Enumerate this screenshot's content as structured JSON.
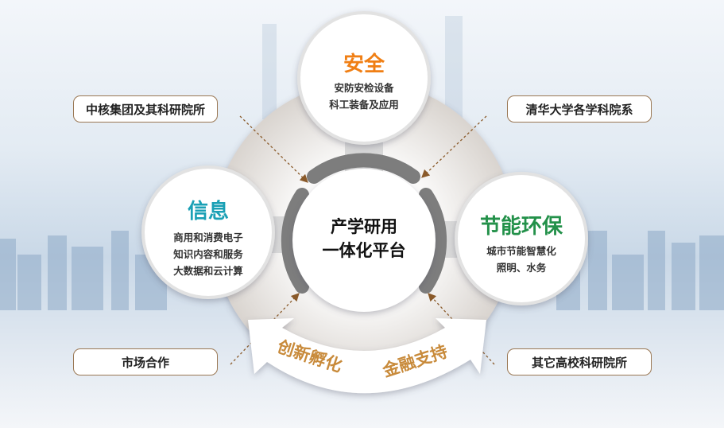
{
  "center": {
    "line1": "产学研用",
    "line2": "一体化平台"
  },
  "nodes": [
    {
      "title": "安全",
      "lines": [
        "安防安检设备",
        "科工装备及应用"
      ],
      "color": "#f07f14"
    },
    {
      "title": "信息",
      "lines": [
        "商用和消费电子",
        "知识内容和服务",
        "大数据和云计算"
      ],
      "color": "#1aa0b5"
    },
    {
      "title": "节能环保",
      "lines": [
        "城市节能智慧化",
        "照明、水务"
      ],
      "color": "#23914a"
    }
  ],
  "partners": [
    "中核集团及其科研院所",
    "清华大学各学科院系",
    "市场合作",
    "其它高校科研院所"
  ],
  "band": {
    "left": "创新孵化",
    "right": "金融支持",
    "color": "#c88a3a"
  }
}
